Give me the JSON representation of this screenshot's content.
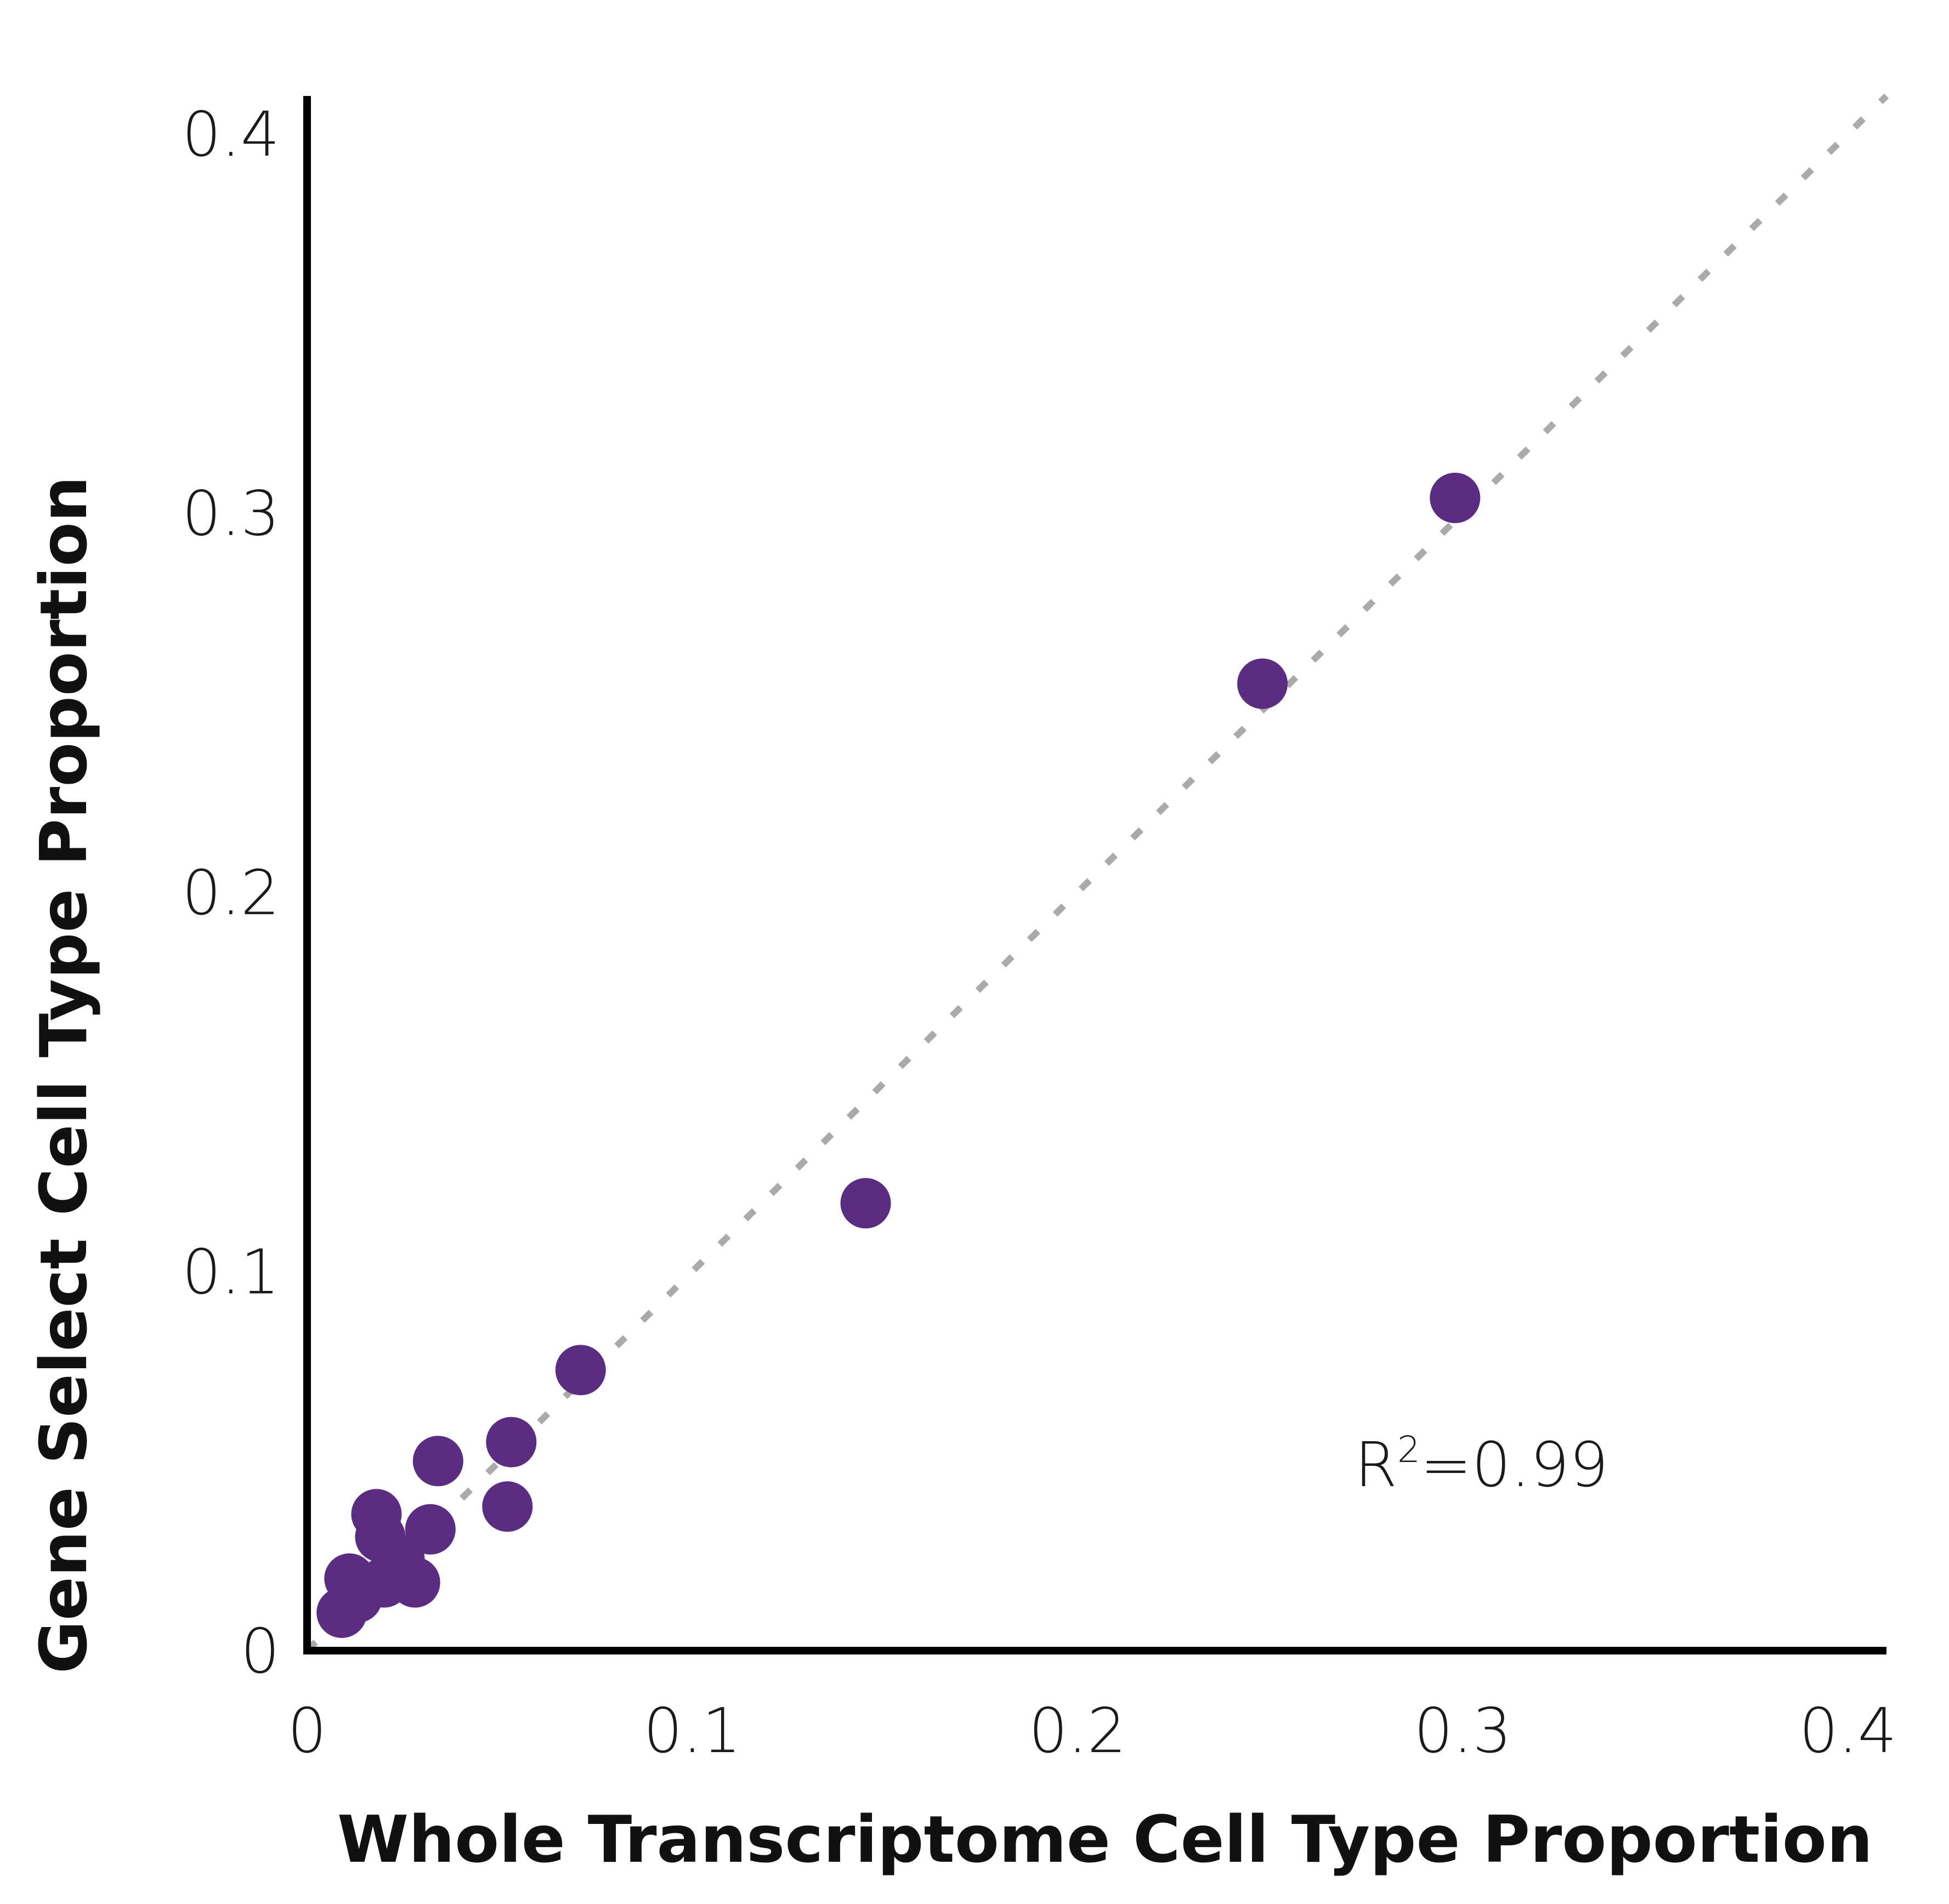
{
  "chart_data": {
    "type": "scatter",
    "title": "",
    "xlabel": "Whole Transcriptome Cell Type Proportion",
    "ylabel": "Gene Select Cell Type Proportion",
    "xlim": [
      0,
      0.41
    ],
    "ylim": [
      0,
      0.41
    ],
    "xticks": [
      {
        "value": 0,
        "label": "0"
      },
      {
        "value": 0.1,
        "label": "0.1"
      },
      {
        "value": 0.2,
        "label": "0.2"
      },
      {
        "value": 0.3,
        "label": "0.3"
      },
      {
        "value": 0.4,
        "label": "0.4"
      }
    ],
    "yticks": [
      {
        "value": 0,
        "label": "0"
      },
      {
        "value": 0.1,
        "label": "0.1"
      },
      {
        "value": 0.2,
        "label": "0.2"
      },
      {
        "value": 0.3,
        "label": "0.3"
      },
      {
        "value": 0.4,
        "label": "0.4"
      }
    ],
    "grid": false,
    "reference_line": "y = x (dotted)",
    "annotation": {
      "base": "R",
      "sup": "2",
      "rest": "=0.99"
    },
    "colors": {
      "points": "#5a2d82",
      "reference_line": "#aaaaaa",
      "axes": "#000000"
    },
    "series": [
      {
        "points": [
          {
            "x": 0.298,
            "y": 0.304
          },
          {
            "x": 0.248,
            "y": 0.255
          },
          {
            "x": 0.145,
            "y": 0.118
          },
          {
            "x": 0.071,
            "y": 0.074
          },
          {
            "x": 0.053,
            "y": 0.055
          },
          {
            "x": 0.034,
            "y": 0.05
          },
          {
            "x": 0.052,
            "y": 0.038
          },
          {
            "x": 0.018,
            "y": 0.036
          },
          {
            "x": 0.032,
            "y": 0.032
          },
          {
            "x": 0.019,
            "y": 0.03
          },
          {
            "x": 0.024,
            "y": 0.024
          },
          {
            "x": 0.011,
            "y": 0.019
          },
          {
            "x": 0.02,
            "y": 0.018
          },
          {
            "x": 0.028,
            "y": 0.018
          },
          {
            "x": 0.013,
            "y": 0.014
          },
          {
            "x": 0.009,
            "y": 0.01
          }
        ]
      }
    ]
  }
}
